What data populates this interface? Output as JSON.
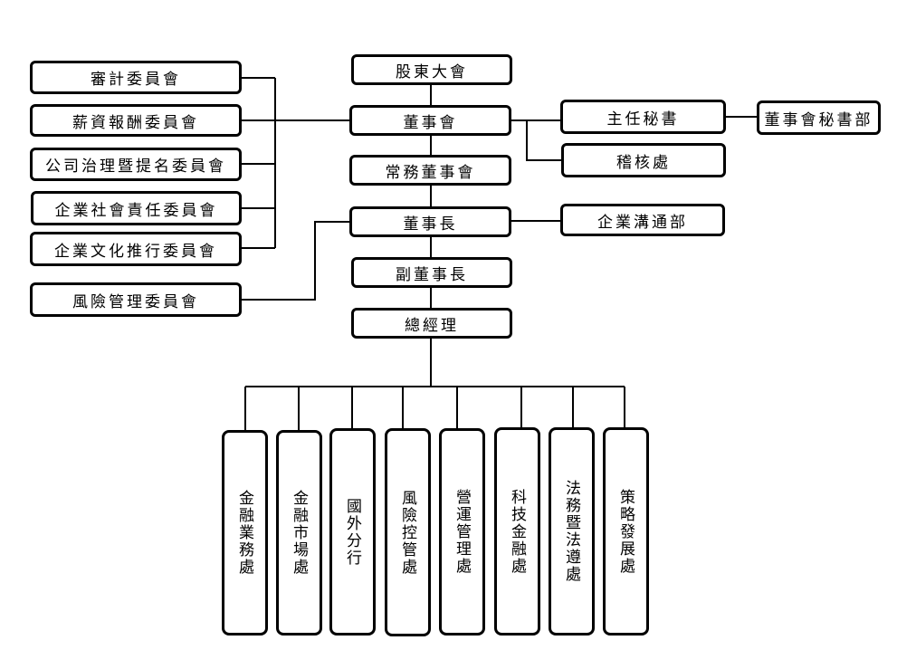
{
  "committees": [
    {
      "label": "審計委員會"
    },
    {
      "label": "薪資報酬委員會"
    },
    {
      "label": "公司治理暨提名委員會"
    },
    {
      "label": "企業社會責任委員會"
    },
    {
      "label": "企業文化推行委員會"
    },
    {
      "label": "風險管理委員會"
    }
  ],
  "hierarchy": [
    {
      "label": "股東大會"
    },
    {
      "label": "董事會"
    },
    {
      "label": "常務董事會"
    },
    {
      "label": "董事長"
    },
    {
      "label": "副董事長"
    },
    {
      "label": "總經理"
    }
  ],
  "board_units": [
    {
      "label": "主任秘書"
    },
    {
      "label": "董事會秘書部"
    },
    {
      "label": "稽核處"
    },
    {
      "label": "企業溝通部"
    }
  ],
  "departments": [
    {
      "label": "金融業務處"
    },
    {
      "label": "金融市場處"
    },
    {
      "label": "國外分行"
    },
    {
      "label": "風險控管處"
    },
    {
      "label": "營運管理處"
    },
    {
      "label": "科技金融處"
    },
    {
      "label": "法務暨法遵處"
    },
    {
      "label": "策略發展處"
    }
  ]
}
